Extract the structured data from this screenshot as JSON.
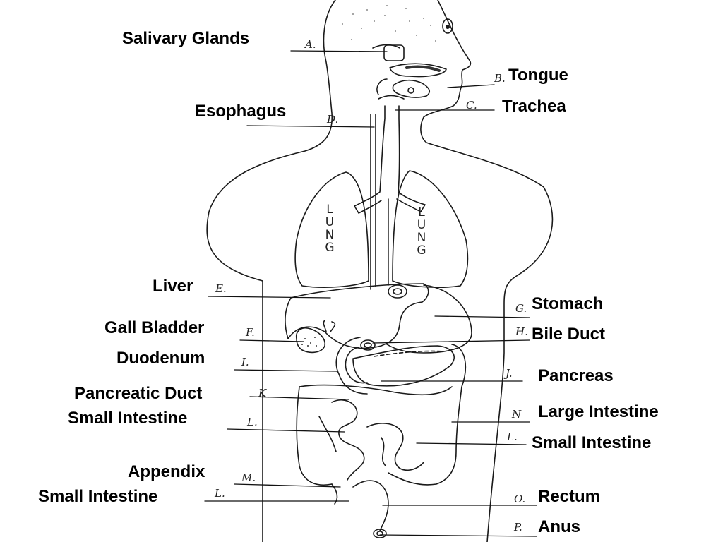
{
  "labels": {
    "salivary_glands": "Salivary Glands",
    "tongue": "Tongue",
    "trachea": "Trachea",
    "esophagus": "Esophagus",
    "liver": "Liver",
    "stomach": "Stomach",
    "gall_bladder": "Gall Bladder",
    "bile_duct": "Bile Duct",
    "duodenum": "Duodenum",
    "pancreas": "Pancreas",
    "pancreatic_duct": "Pancreatic Duct",
    "large_intestine": "Large Intestine",
    "small_intestine_left_upper": "Small Intestine",
    "small_intestine_right": "Small Intestine",
    "appendix": "Appendix",
    "small_intestine_left_lower": "Small Intestine",
    "rectum": "Rectum",
    "anus": "Anus"
  },
  "letters": {
    "a": "A.",
    "b": "B.",
    "c": "C.",
    "d": "D.",
    "e": "E.",
    "f": "F.",
    "g": "G.",
    "h": "H.",
    "i": "I.",
    "j": "J.",
    "k": "K",
    "l1": "L.",
    "l2": "L.",
    "l3": "L.",
    "m": "M.",
    "n": "N",
    "o": "O.",
    "p": "P."
  },
  "organ_text": {
    "left_lung": [
      "L",
      "U",
      "N",
      "G"
    ],
    "right_lung": [
      "L",
      "U",
      "N",
      "G"
    ]
  },
  "colors": {
    "ink": "#000000",
    "background": "#ffffff"
  }
}
